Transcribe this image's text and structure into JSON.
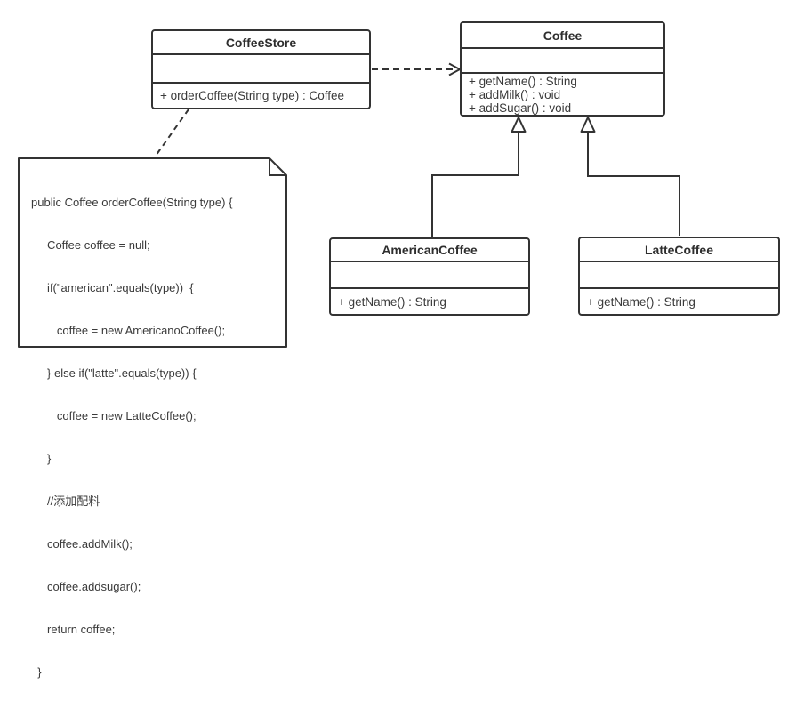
{
  "diagram": {
    "title": "coffee-store-uml-class-diagram",
    "classes": {
      "coffee_store": {
        "name": "CoffeeStore",
        "attributes": [],
        "methods": [
          "+ orderCoffee(String type) : Coffee"
        ]
      },
      "coffee": {
        "name": "Coffee",
        "attributes": [],
        "methods": [
          "+ getName() : String",
          "+ addMilk() : void",
          "+ addSugar() : void"
        ]
      },
      "american_coffee": {
        "name": "AmericanCoffee",
        "attributes": [],
        "methods": [
          "+ getName() : String"
        ]
      },
      "latte_coffee": {
        "name": "LatteCoffee",
        "attributes": [],
        "methods": [
          "+ getName() : String"
        ]
      }
    },
    "note": {
      "code_lines": [
        "public Coffee orderCoffee(String type) {",
        "     Coffee coffee = null;",
        "     if(\"american\".equals(type))  {",
        "        coffee = new AmericanoCoffee();",
        "     } else if(\"latte\".equals(type)) {",
        "        coffee = new LatteCoffee();",
        "     }",
        "     //添加配料",
        "     coffee.addMilk();",
        "     coffee.addsugar();",
        "     return coffee;",
        "  }"
      ]
    },
    "relations": [
      {
        "type": "dependency",
        "from": "CoffeeStore",
        "to": "Coffee",
        "line": "dashed",
        "arrowhead": "open"
      },
      {
        "type": "generalization",
        "from": "AmericanCoffee",
        "to": "Coffee",
        "line": "solid",
        "arrowhead": "hollow-triangle"
      },
      {
        "type": "generalization",
        "from": "LatteCoffee",
        "to": "Coffee",
        "line": "solid",
        "arrowhead": "hollow-triangle"
      },
      {
        "type": "note-anchor",
        "from": "note",
        "to": "CoffeeStore",
        "line": "dashed",
        "arrowhead": "none"
      }
    ],
    "colors": {
      "line": "#333333",
      "text": "#3a3a3a",
      "background": "#ffffff"
    }
  }
}
